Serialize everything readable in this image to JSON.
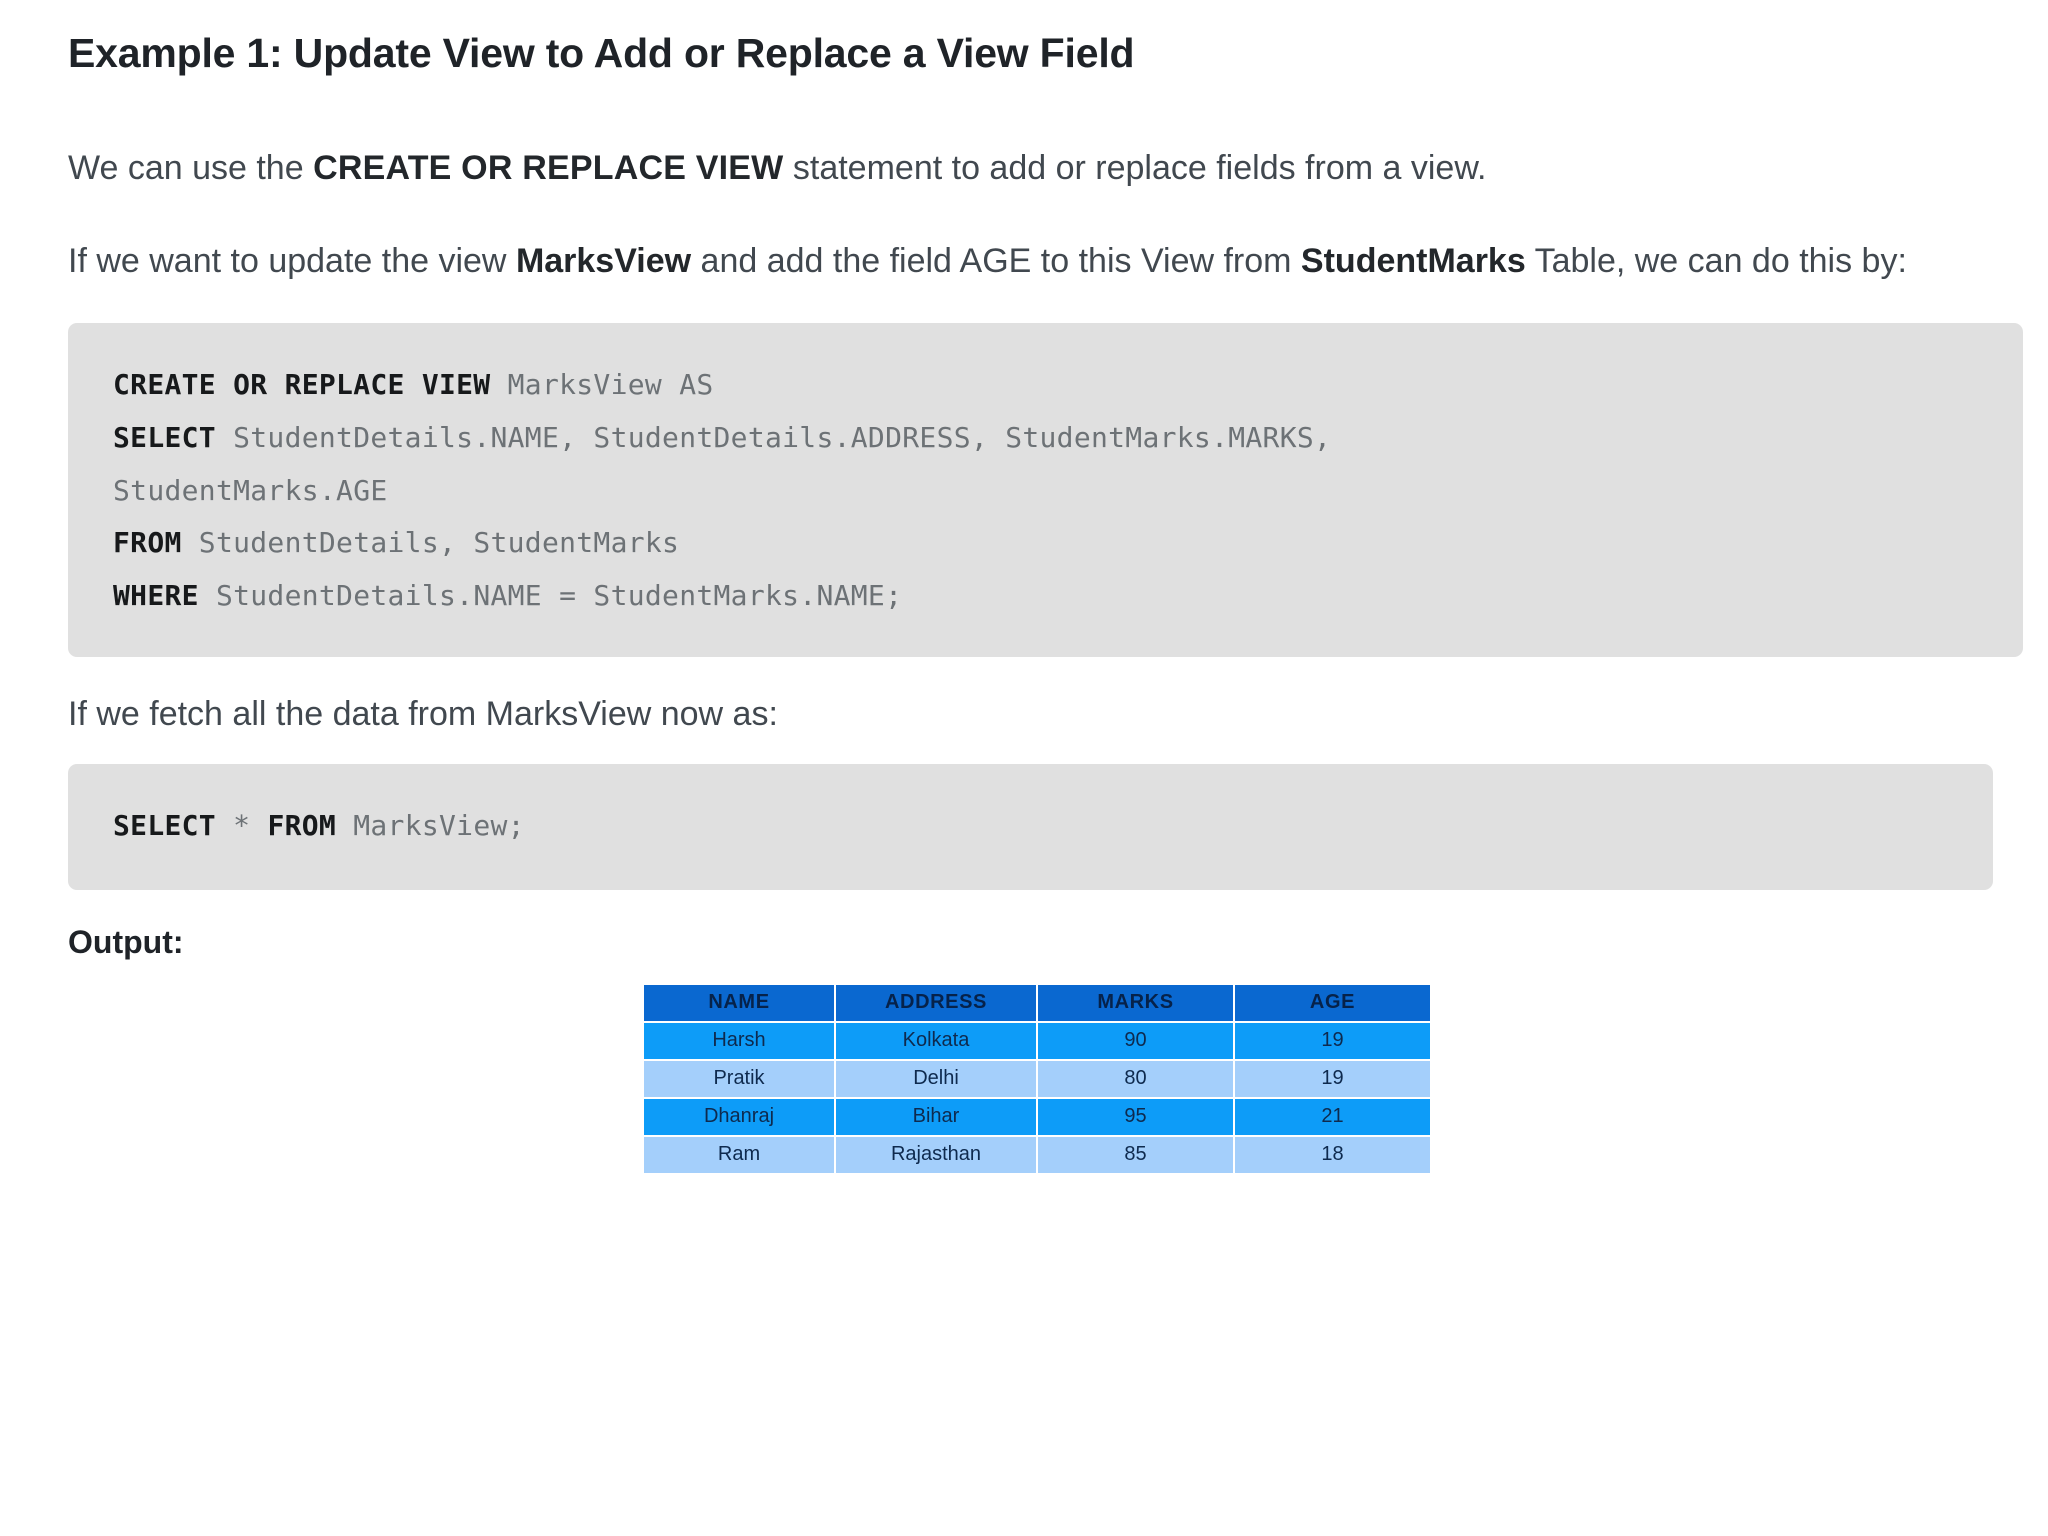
{
  "heading": {
    "prefix": "Example 1",
    "text": "Example 1: Update View to Add or Replace a View Field"
  },
  "paragraphs": {
    "intro_part1": "We can use the ",
    "intro_keyword": "CREATE OR REPLACE VIEW",
    "intro_part2": " statement to add or replace fields from a view.",
    "second_part1": "If we want to update the view ",
    "second_view_name": "MarksView",
    "second_part2": " and add the field AGE to this View from ",
    "second_table_name": "StudentMarks",
    "second_part3": " Table, we can do this by:",
    "fetch_text": "If we fetch all the data from MarksView now as:"
  },
  "code_block_1": {
    "lines": [
      {
        "keyword": "CREATE OR REPLACE VIEW",
        "rest": " MarksView AS"
      },
      {
        "keyword": "SELECT",
        "rest": " StudentDetails.NAME, StudentDetails.ADDRESS, StudentMarks.MARKS,"
      },
      {
        "keyword": "",
        "rest": "StudentMarks.AGE"
      },
      {
        "keyword": "FROM",
        "rest": " StudentDetails, StudentMarks"
      },
      {
        "keyword": "WHERE",
        "rest": " StudentDetails.NAME = StudentMarks.NAME;"
      }
    ]
  },
  "code_block_2": {
    "lines": [
      {
        "keyword": "SELECT",
        "rest": " * ",
        "keyword2": "FROM",
        "rest2": " MarksView;"
      }
    ]
  },
  "output": {
    "label": "Output:",
    "table": {
      "columns": [
        "NAME",
        "ADDRESS",
        "MARKS",
        "AGE"
      ],
      "rows": [
        [
          "Harsh",
          "Kolkata",
          "90",
          "19"
        ],
        [
          "Pratik",
          "Delhi",
          "80",
          "19"
        ],
        [
          "Dhanraj",
          "Bihar",
          "95",
          "21"
        ],
        [
          "Ram",
          "Rajasthan",
          "85",
          "18"
        ]
      ]
    }
  },
  "colors": {
    "code_background": "#e0e0e0",
    "table_header": "#0a68d0",
    "table_row_odd": "#0d9cf8",
    "table_row_even": "#a4cffb",
    "text": "#41484f",
    "heading": "#1f2328"
  }
}
